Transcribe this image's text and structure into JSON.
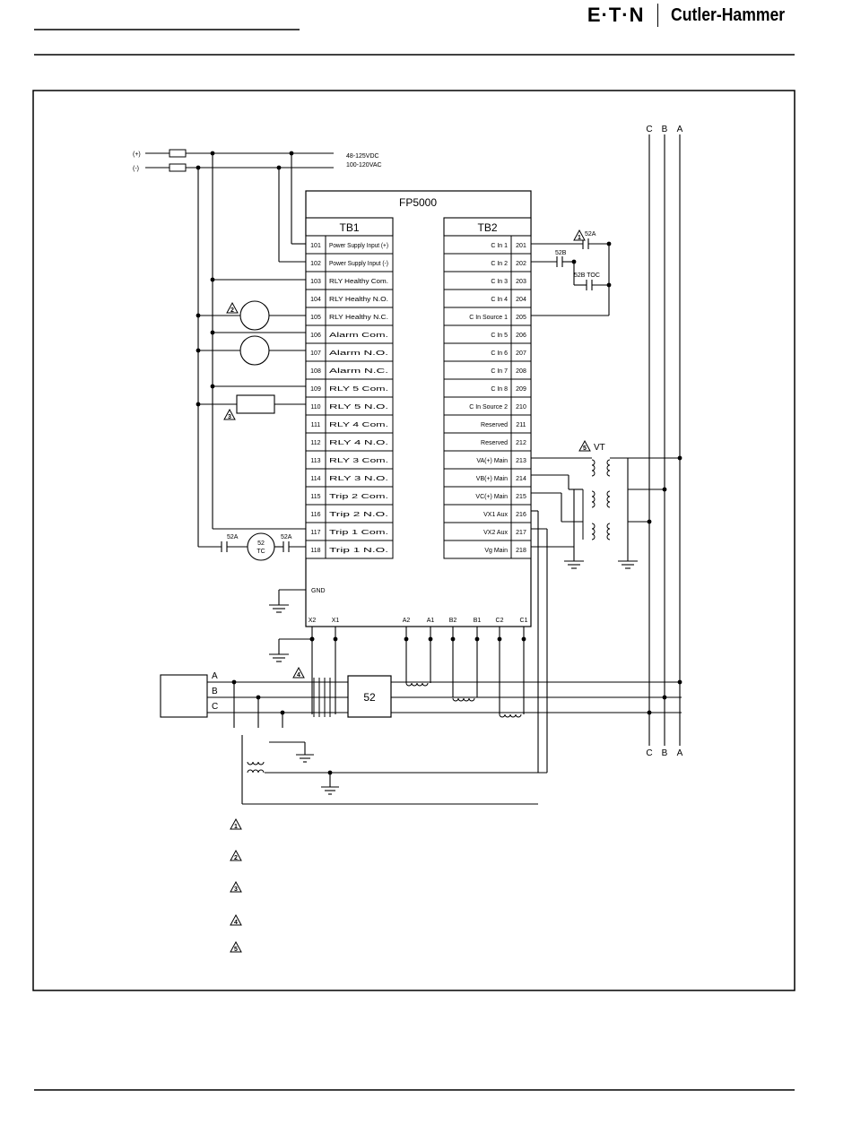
{
  "header": {
    "brand_eaton": "E·T·N",
    "brand_cutler": "Cutler-Hammer"
  },
  "supply": {
    "plus": "(+)",
    "minus": "(-)",
    "dc": "48-125VDC",
    "ac": "100-120VAC"
  },
  "relay_title": "FP5000",
  "tb1": {
    "title": "TB1",
    "rows": [
      {
        "num": "101",
        "label": "Power Supply Input (+)"
      },
      {
        "num": "102",
        "label": "Power Supply Input (-)"
      },
      {
        "num": "103",
        "label": "RLY Healthy Com."
      },
      {
        "num": "104",
        "label": "RLY Healthy N.O."
      },
      {
        "num": "105",
        "label": "RLY Healthy N.C."
      },
      {
        "num": "106",
        "label": "Alarm Com."
      },
      {
        "num": "107",
        "label": "Alarm N.O."
      },
      {
        "num": "108",
        "label": "Alarm N.C."
      },
      {
        "num": "109",
        "label": "RLY 5 Com."
      },
      {
        "num": "110",
        "label": "RLY 5 N.O."
      },
      {
        "num": "111",
        "label": "RLY 4 Com."
      },
      {
        "num": "112",
        "label": "RLY 4 N.O."
      },
      {
        "num": "113",
        "label": "RLY 3 Com."
      },
      {
        "num": "114",
        "label": "RLY 3 N.O."
      },
      {
        "num": "115",
        "label": "Trip 2 Com."
      },
      {
        "num": "116",
        "label": "Trip 2 N.O."
      },
      {
        "num": "117",
        "label": "Trip 1 Com."
      },
      {
        "num": "118",
        "label": "Trip 1 N.O."
      }
    ]
  },
  "tb2": {
    "title": "TB2",
    "rows": [
      {
        "num": "201",
        "label": "C In 1"
      },
      {
        "num": "202",
        "label": "C In 2"
      },
      {
        "num": "203",
        "label": "C In 3"
      },
      {
        "num": "204",
        "label": "C In 4"
      },
      {
        "num": "205",
        "label": "C In Source 1"
      },
      {
        "num": "206",
        "label": "C In 5"
      },
      {
        "num": "207",
        "label": "C In 6"
      },
      {
        "num": "208",
        "label": "C In 7"
      },
      {
        "num": "209",
        "label": "C In 8"
      },
      {
        "num": "210",
        "label": "C In Source 2"
      },
      {
        "num": "211",
        "label": "Reserved"
      },
      {
        "num": "212",
        "label": "Reserved"
      },
      {
        "num": "213",
        "label": "VA(+) Main"
      },
      {
        "num": "214",
        "label": "VB(+) Main"
      },
      {
        "num": "215",
        "label": "VC(+) Main"
      },
      {
        "num": "216",
        "label": "VX1 Aux"
      },
      {
        "num": "217",
        "label": "VX2 Aux"
      },
      {
        "num": "218",
        "label": "Vg Main"
      }
    ]
  },
  "contacts": {
    "c52a_1": "52A",
    "c52b": "52B",
    "c52b_toc": "52B TOC",
    "trip_a": "52A",
    "trip_b": "52A",
    "tc_top": "52",
    "tc_bot": "TC"
  },
  "vt_label": "VT",
  "gnd_label": "GND",
  "ct_terms": [
    "X2",
    "X1",
    "A2",
    "A1",
    "B2",
    "B1",
    "C2",
    "C1"
  ],
  "bus_phases": [
    "C",
    "B",
    "A"
  ],
  "feeder_phases": [
    "A",
    "B",
    "C"
  ],
  "breaker_label": "52",
  "notes": {
    "n1": "1",
    "n2": "2",
    "n3": "3",
    "n4": "4",
    "n5": "5"
  }
}
